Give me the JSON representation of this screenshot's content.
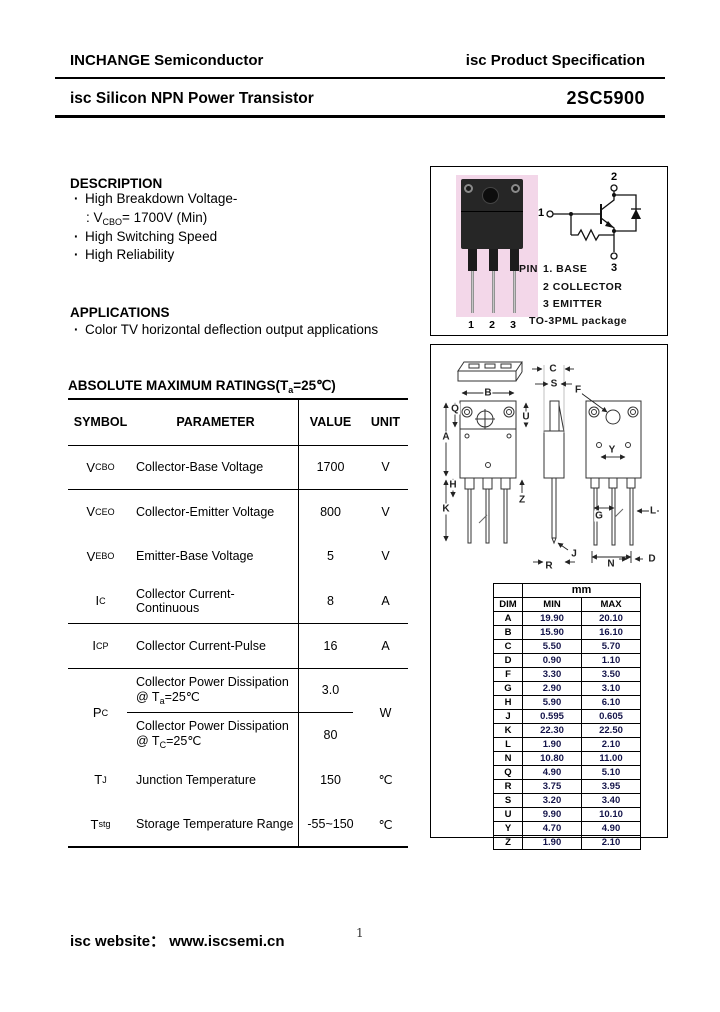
{
  "header": {
    "company": "INCHANGE Semiconductor",
    "spec_brand": "isc",
    "spec_rest": " Product Specification"
  },
  "title": {
    "brand": "isc",
    "name": " Silicon NPN Power Transistor",
    "part": "2SC5900"
  },
  "description": {
    "heading": "DESCRIPTION",
    "bullet": "·",
    "breakdown": "High Breakdown Voltage-",
    "breakdown2_pre": ": V",
    "breakdown2_sub": "CBO",
    "breakdown2_post": "= 1700V (Min)",
    "switching": "High Switching Speed",
    "reliability": "High Reliability"
  },
  "applications": {
    "heading": "APPLICATIONS",
    "bullet": "·",
    "item": "Color TV horizontal deflection output applications"
  },
  "package_panel": {
    "pin_label": "PIN",
    "pin1": "1. BASE",
    "pin2": "2 COLLECTOR",
    "pin3": "3 EMITTER",
    "package_name": "TO-3PML package",
    "photo_pins": [
      "1",
      "2",
      "3"
    ],
    "circuit": {
      "collector": "2",
      "base": "1",
      "emitter": "3"
    }
  },
  "ratings": {
    "heading_pre": "ABSOLUTE MAXIMUM RATINGS(T",
    "heading_sub": "a",
    "heading_post": "=25℃)",
    "col_symbol": "SYMBOL",
    "col_parameter": "PARAMETER",
    "col_value": "VALUE",
    "col_unit": "UNIT",
    "rows": [
      {
        "sym": "V",
        "sub": "CBO",
        "param": "Collector-Base Voltage",
        "value": "1700",
        "unit": "V"
      },
      {
        "sym": "V",
        "sub": "CEO",
        "param": "Collector-Emitter Voltage",
        "value": "800",
        "unit": "V"
      },
      {
        "sym": "V",
        "sub": "EBO",
        "param": "Emitter-Base Voltage",
        "value": "5",
        "unit": "V"
      },
      {
        "sym": "I",
        "sub": "C",
        "param": "Collector Current- Continuous",
        "value": "8",
        "unit": "A"
      },
      {
        "sym": "I",
        "sub": "CP",
        "param": "Collector Current-Pulse",
        "value": "16",
        "unit": "A"
      }
    ],
    "pc_row": {
      "sym": "P",
      "sub": "C",
      "param_line": "Collector Power Dissipation",
      "cond1_pre": "@ T",
      "cond1_sub": "a",
      "cond1_post": "=25℃",
      "value1": "3.0",
      "cond2_pre": "@ T",
      "cond2_sub": "C",
      "cond2_post": "=25℃",
      "value2": "80",
      "unit": "W"
    },
    "tj_row": {
      "sym": "T",
      "sub": "J",
      "param": "Junction Temperature",
      "value": "150",
      "unit": "℃"
    },
    "tstg_row": {
      "sym": "T",
      "sub": "stg",
      "param": "Storage Temperature Range",
      "value": "-55~150",
      "unit": "℃"
    }
  },
  "dim_table": {
    "unit_header": "mm",
    "col_dim": "DIM",
    "col_min": "MIN",
    "col_max": "MAX",
    "rows": [
      [
        "A",
        "19.90",
        "20.10"
      ],
      [
        "B",
        "15.90",
        "16.10"
      ],
      [
        "C",
        "5.50",
        "5.70"
      ],
      [
        "D",
        "0.90",
        "1.10"
      ],
      [
        "F",
        "3.30",
        "3.50"
      ],
      [
        "G",
        "2.90",
        "3.10"
      ],
      [
        "H",
        "5.90",
        "6.10"
      ],
      [
        "J",
        "0.595",
        "0.605"
      ],
      [
        "K",
        "22.30",
        "22.50"
      ],
      [
        "L",
        "1.90",
        "2.10"
      ],
      [
        "N",
        "10.80",
        "11.00"
      ],
      [
        "Q",
        "4.90",
        "5.10"
      ],
      [
        "R",
        "3.75",
        "3.95"
      ],
      [
        "S",
        "3.20",
        "3.40"
      ],
      [
        "U",
        "9.90",
        "10.10"
      ],
      [
        "Y",
        "4.70",
        "4.90"
      ],
      [
        "Z",
        "1.90",
        "2.10"
      ]
    ]
  },
  "drawing": {
    "dim_letters": {
      "B": "B",
      "Q": "Q",
      "A": "A",
      "H": "H",
      "K": "K",
      "C": "C",
      "S": "S",
      "U": "U",
      "Z": "Z",
      "J": "J",
      "R": "R",
      "F": "F",
      "Y": "Y",
      "G": "G",
      "L": "L",
      "N": "N",
      "D": "D"
    }
  },
  "footer": {
    "brand": "isc",
    "website_rest": " website：  www.iscsemi.cn",
    "page_number": "1"
  }
}
